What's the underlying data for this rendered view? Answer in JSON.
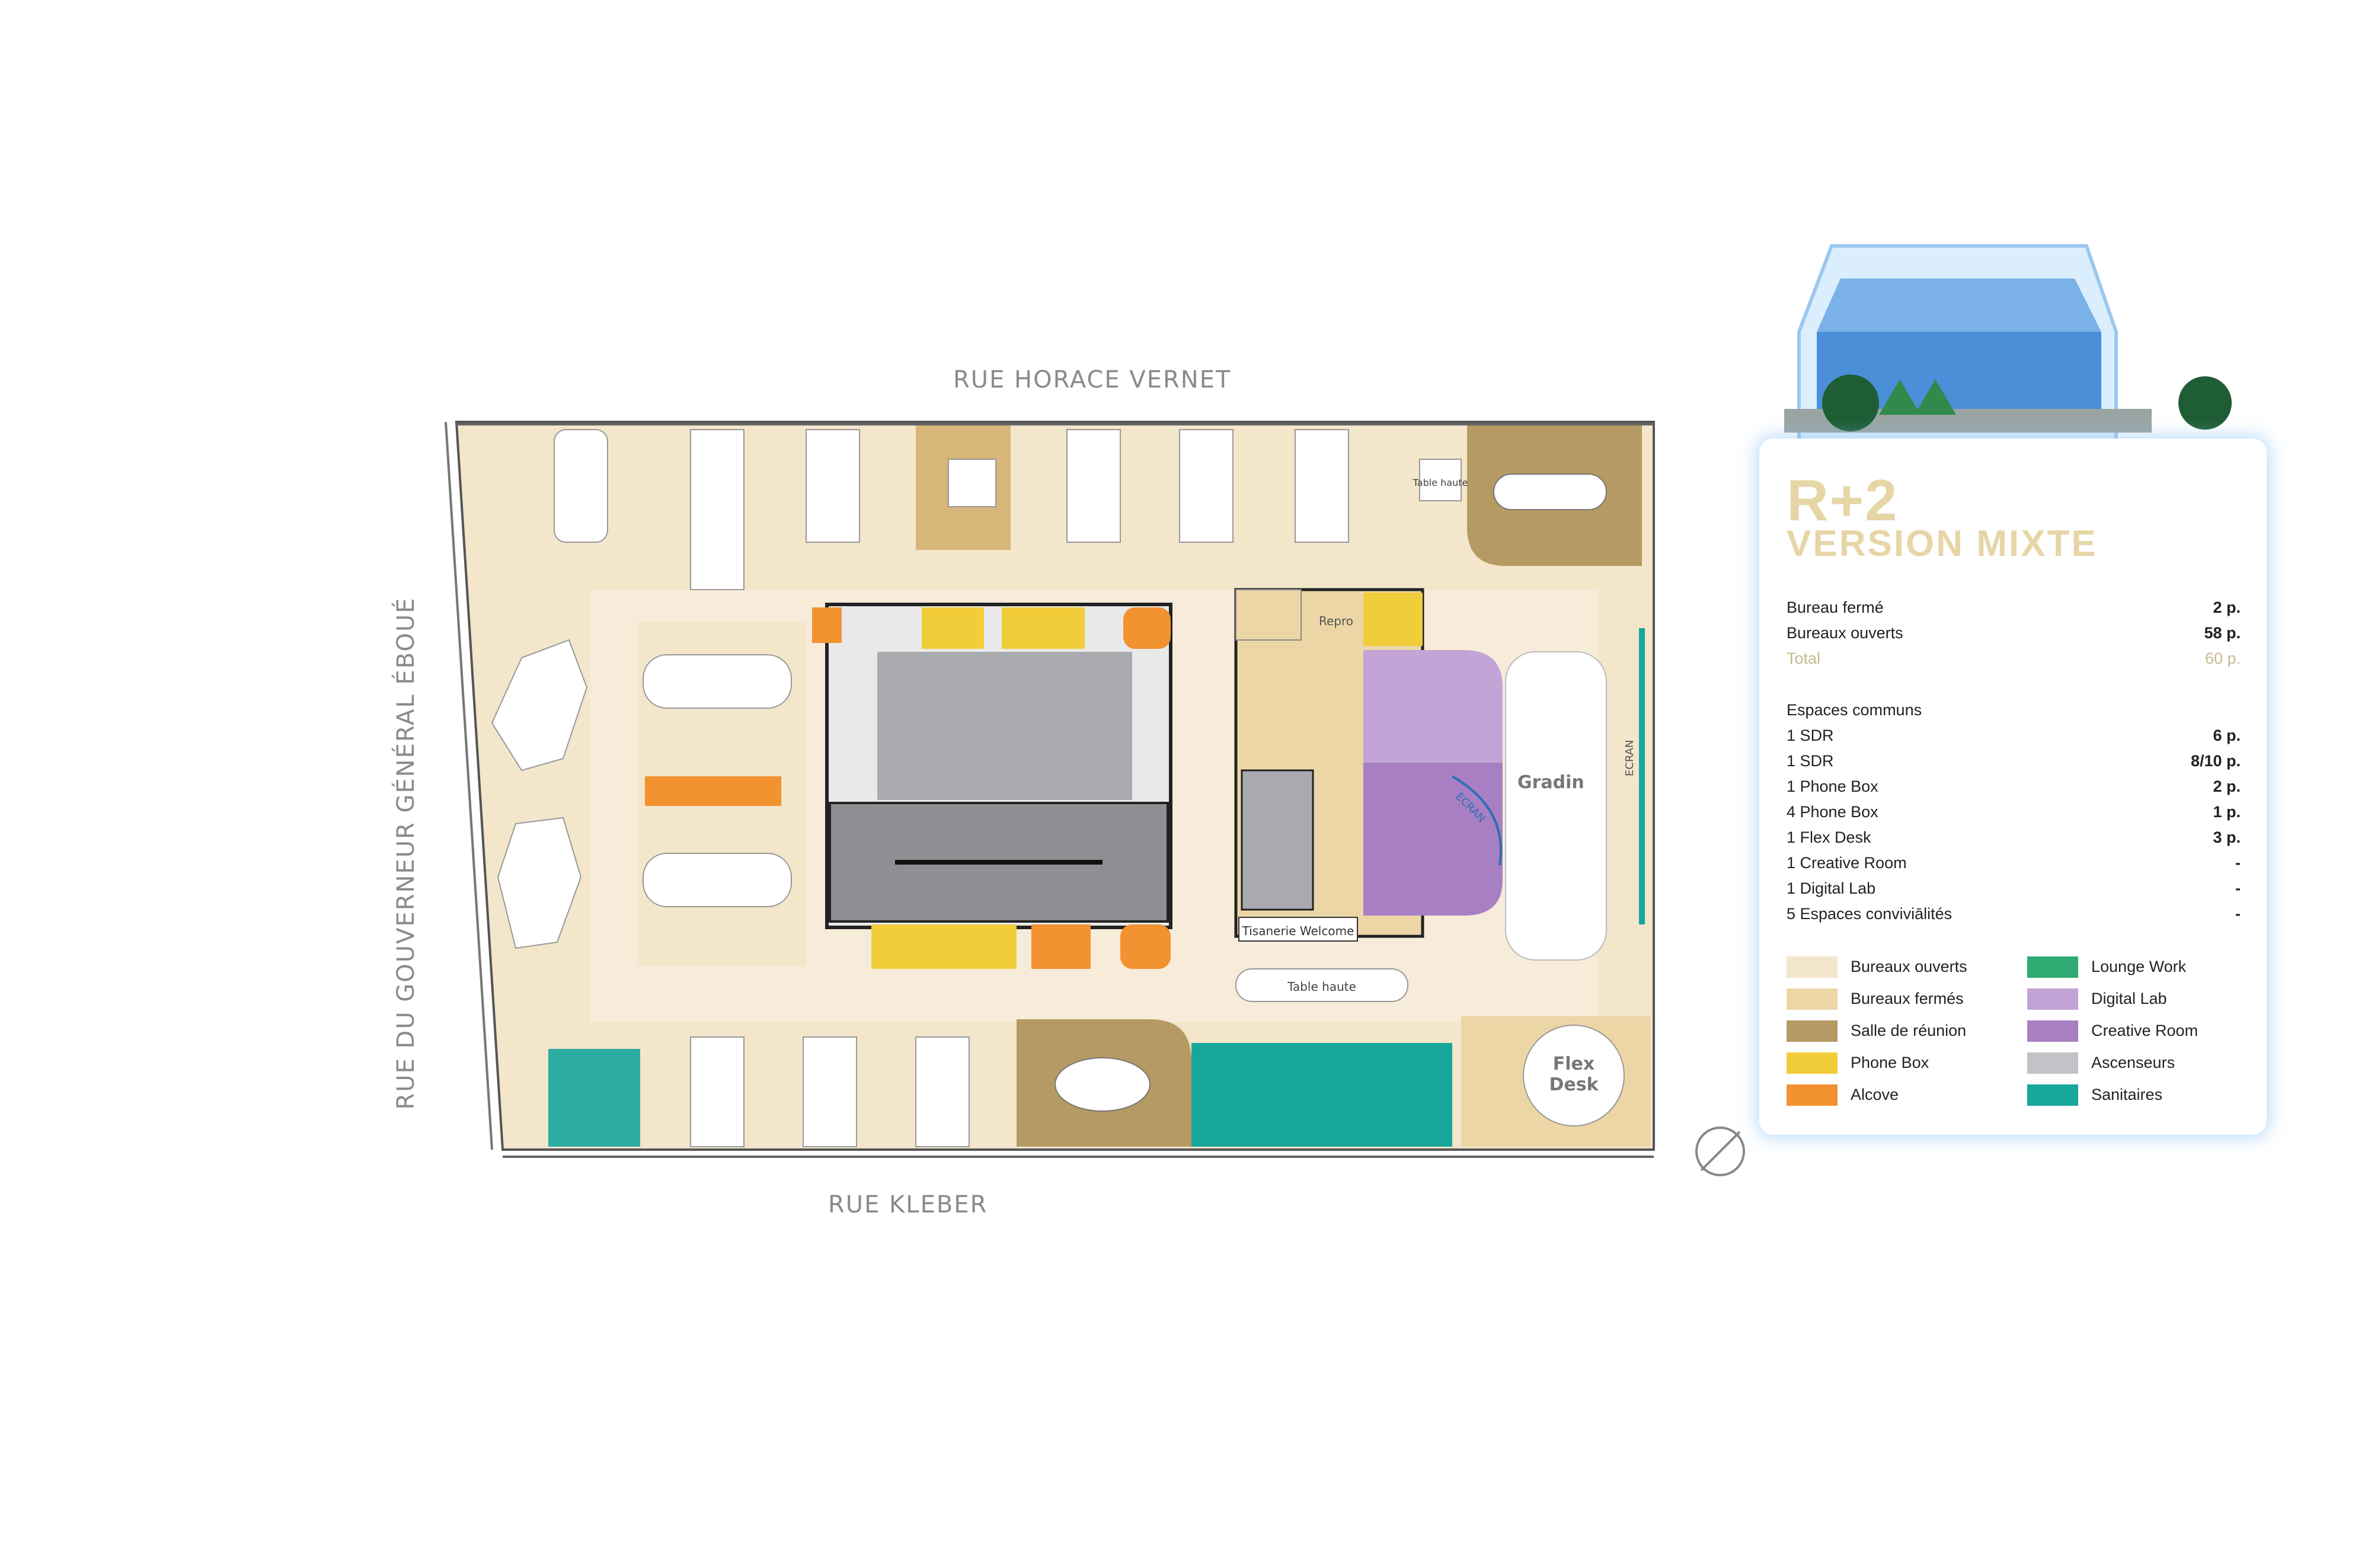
{
  "streets": {
    "north": "RUE HORACE VERNET",
    "south": "RUE KLEBER",
    "west": "RUE DU GOUVERNEUR GÉNÉRAL ÉBOUÉ"
  },
  "plan_labels": {
    "table_haute_top": "Table haute",
    "repro": "Repro",
    "gradin": "Gradin",
    "ecran_inner": "ECRAN",
    "ecran_side": "ECRAN",
    "tisanerie": "Tisanerie Welcome",
    "table_haute_bottom": "Table haute",
    "flex": "Flex",
    "desk": "Desk"
  },
  "panel": {
    "floor": "R+2",
    "version": "VERSION MIXTE",
    "offices": [
      {
        "label": "Bureau fermé",
        "value": "2 p."
      },
      {
        "label": "Bureaux ouverts",
        "value": "58 p."
      },
      {
        "label": "Total",
        "value": "60 p."
      }
    ],
    "common_heading": "Espaces communs",
    "common": [
      {
        "label": "1 SDR",
        "value": "6 p."
      },
      {
        "label": "1 SDR",
        "value": "8/10 p."
      },
      {
        "label": "1 Phone Box",
        "value": "2 p."
      },
      {
        "label": "4 Phone Box",
        "value": "1 p."
      },
      {
        "label": "1 Flex Desk",
        "value": "3 p."
      },
      {
        "label": "1 Creative Room",
        "value": "-"
      },
      {
        "label": "1 Digital Lab",
        "value": "-"
      },
      {
        "label": "5 Espaces conviviālités",
        "value": "-"
      }
    ],
    "legend": [
      {
        "label": "Bureaux ouverts",
        "color": "#f3e6cb"
      },
      {
        "label": "Lounge Work",
        "color": "#2eaa72"
      },
      {
        "label": "Bureaux fermés",
        "color": "#ecd6a6"
      },
      {
        "label": "Digital Lab",
        "color": "#c2a4d6"
      },
      {
        "label": "Salle de réunion",
        "color": "#b59a63"
      },
      {
        "label": "Creative Room",
        "color": "#a97fc4"
      },
      {
        "label": "Phone Box",
        "color": "#f2cd3a"
      },
      {
        "label": "Ascenseurs",
        "color": "#c2c3c6"
      },
      {
        "label": "Alcove",
        "color": "#f29230"
      },
      {
        "label": "Sanitaires",
        "color": "#17a69c"
      }
    ]
  },
  "colors": {
    "open_office": "#f3e6cb",
    "corridor": "#f7ecd9",
    "closed_office": "#ecd6a6",
    "meeting": "#b59a63",
    "phone_box": "#f2cd3a",
    "alcove": "#f29230",
    "sanitaires": "#17a69c",
    "digital_lab": "#c2a4d6",
    "creative": "#a97fc4",
    "lift": "#a9aaad",
    "street_text": "#8a8a8a",
    "panel_title": "#e6d6a6"
  }
}
